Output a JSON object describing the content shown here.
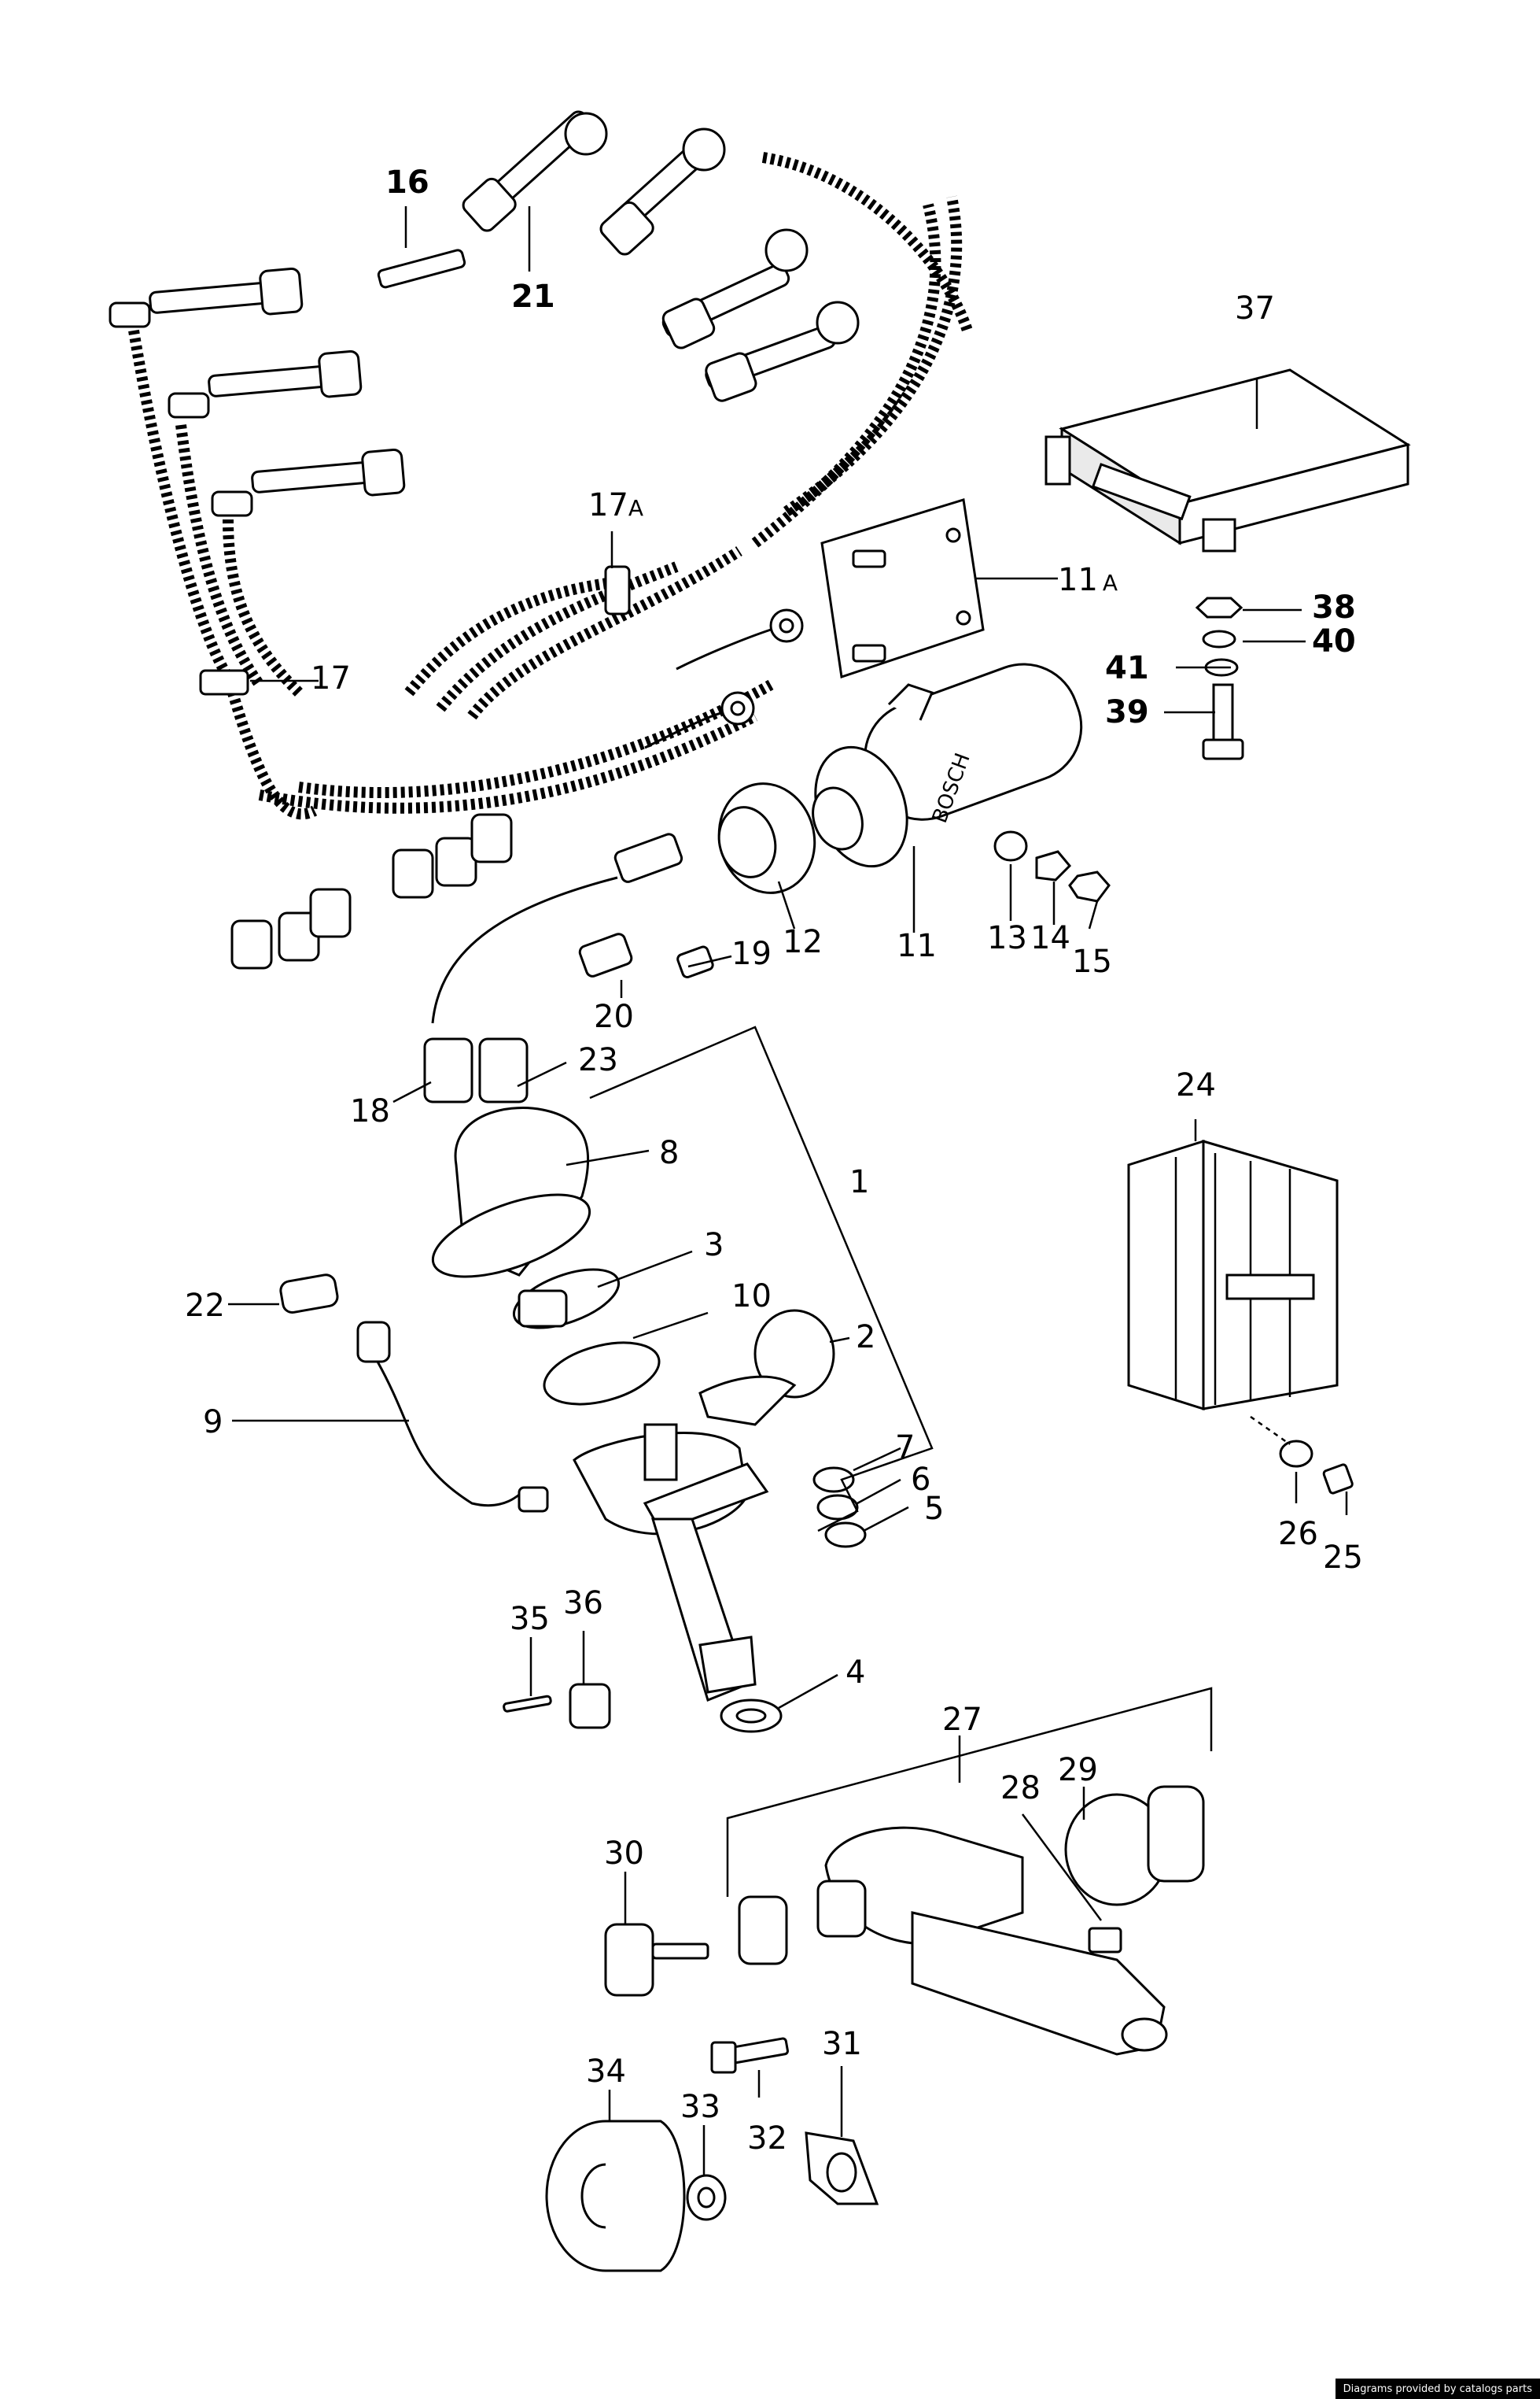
{
  "labels": {
    "l1": "1",
    "l2": "2",
    "l3": "3",
    "l4": "4",
    "l5": "5",
    "l6": "6",
    "l7": "7",
    "l8": "8",
    "l9": "9",
    "l10": "10",
    "l11": "11",
    "l11a": "11",
    "l11a_sub": "A",
    "l12": "12",
    "l13": "13",
    "l14": "14",
    "l15": "15",
    "l16": "16",
    "l17": "17",
    "l17a": "17",
    "l17a_sub": "A",
    "l18": "18",
    "l19": "19",
    "l20": "20",
    "l21": "21",
    "l22": "22",
    "l23": "23",
    "l24": "24",
    "l25": "25",
    "l26": "26",
    "l27": "27",
    "l28": "28",
    "l29": "29",
    "l30": "30",
    "l31": "31",
    "l32": "32",
    "l33": "33",
    "l34": "34",
    "l35": "35",
    "l36": "36",
    "l37": "37",
    "l38": "38",
    "l39": "39",
    "l40": "40",
    "l41": "41"
  },
  "coil_brand": "BOSCH",
  "footer": "Diagrams provided by catalogs parts"
}
